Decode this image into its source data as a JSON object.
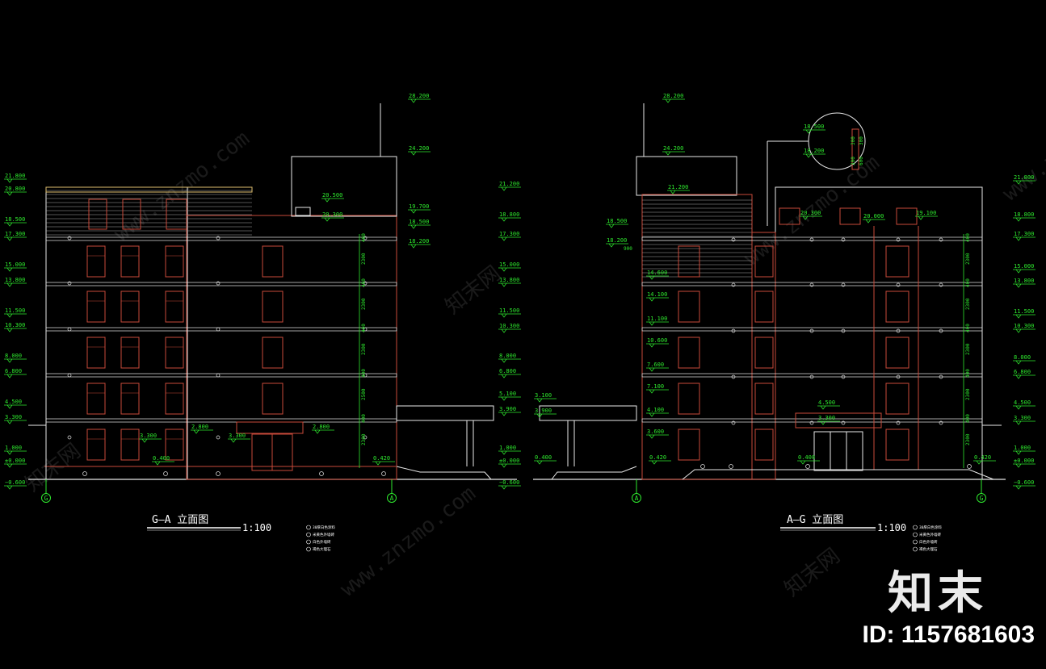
{
  "left_elevation": {
    "title": "G—A 立面图",
    "scale": "1:100",
    "grid_left": "G",
    "grid_right": "A",
    "left_levels": [
      "21.800",
      "20.800",
      "18.500",
      "17.300",
      "15.000",
      "13.800",
      "11.500",
      "10.300",
      "8.000",
      "6.800",
      "4.500",
      "3.300",
      "1.000",
      "±0.000",
      "−0.600"
    ],
    "right_levels": [
      "21.200",
      "18.800",
      "17.300",
      "15.000",
      "13.800",
      "11.500",
      "10.300",
      "8.000",
      "6.800",
      "5.100",
      "3.900",
      "1.000",
      "±0.000",
      "−0.600"
    ],
    "top_levels": [
      "28.200",
      "24.200",
      "20.500",
      "20.300",
      "19.700",
      "18.500",
      "18.200"
    ],
    "misc_levels": [
      "3.300",
      "2.800",
      "3.300",
      "2.800",
      "0.400",
      "0.420"
    ],
    "dims": [
      "400",
      "2300",
      "400",
      "2300",
      "400",
      "2300",
      "400",
      "2500",
      "400",
      "2300"
    ]
  },
  "right_elevation": {
    "title": "A—G 立面图",
    "scale": "1:100",
    "grid_left": "A",
    "grid_right": "G",
    "left_levels": [
      "3.100",
      "3.900",
      "0.400"
    ],
    "right_levels": [
      "21.800",
      "18.800",
      "17.300",
      "15.000",
      "13.800",
      "11.500",
      "10.300",
      "8.000",
      "6.800",
      "4.500",
      "3.300",
      "1.000",
      "±0.000",
      "−0.600"
    ],
    "top_levels": [
      "28.200",
      "24.200",
      "21.200",
      "18.500",
      "18.200",
      "14.600",
      "14.100",
      "11.100",
      "10.600",
      "7.600",
      "7.100",
      "4.100",
      "3.600",
      "0.420",
      "19.100",
      "20.300",
      "20.000",
      "4.500",
      "3.300",
      "0.400",
      "0.420"
    ],
    "detail_levels": [
      "18.500",
      "18.200"
    ],
    "detail_dims": [
      "300",
      "300",
      "300",
      "600"
    ],
    "dims": [
      "400",
      "2300",
      "400",
      "2300",
      "400",
      "2300",
      "400",
      "2300",
      "400",
      "2300"
    ],
    "small_dim": "900"
  },
  "legend_items": [
    "30厚白色涂料",
    "米黄色外墙砖",
    "白色外墙砖",
    "褐色大理石"
  ],
  "watermark_text": "www.znzmo.com",
  "watermark_cn": "知末网",
  "brand": "知末",
  "id_text": "ID: 1157681603",
  "colors": {
    "background": "#000000",
    "facade": "#c94a3a",
    "line": "#e8e8e8",
    "annotation": "#2ee82e"
  }
}
